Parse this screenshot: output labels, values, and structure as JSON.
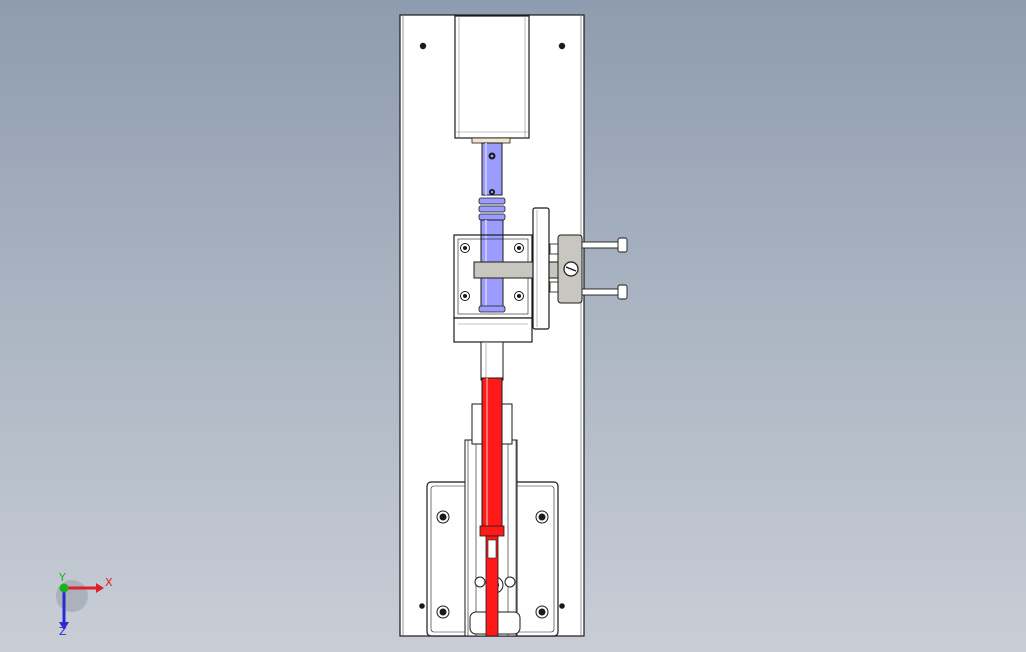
{
  "viewport": {
    "background_top": "#8e9cb0",
    "background_bottom": "#c9ced6"
  },
  "colors": {
    "plate": "#ffffff",
    "outline": "#1a1a1a",
    "highlight_blue": "#9c9cff",
    "highlight_red": "#ff1a1a",
    "block_gray": "#c7c7c0"
  },
  "triad": {
    "x_label": "X",
    "y_label": "Y",
    "z_label": "Z",
    "x_color": "#e0202a",
    "y_color": "#1db01d",
    "z_color": "#2a2ad0"
  }
}
